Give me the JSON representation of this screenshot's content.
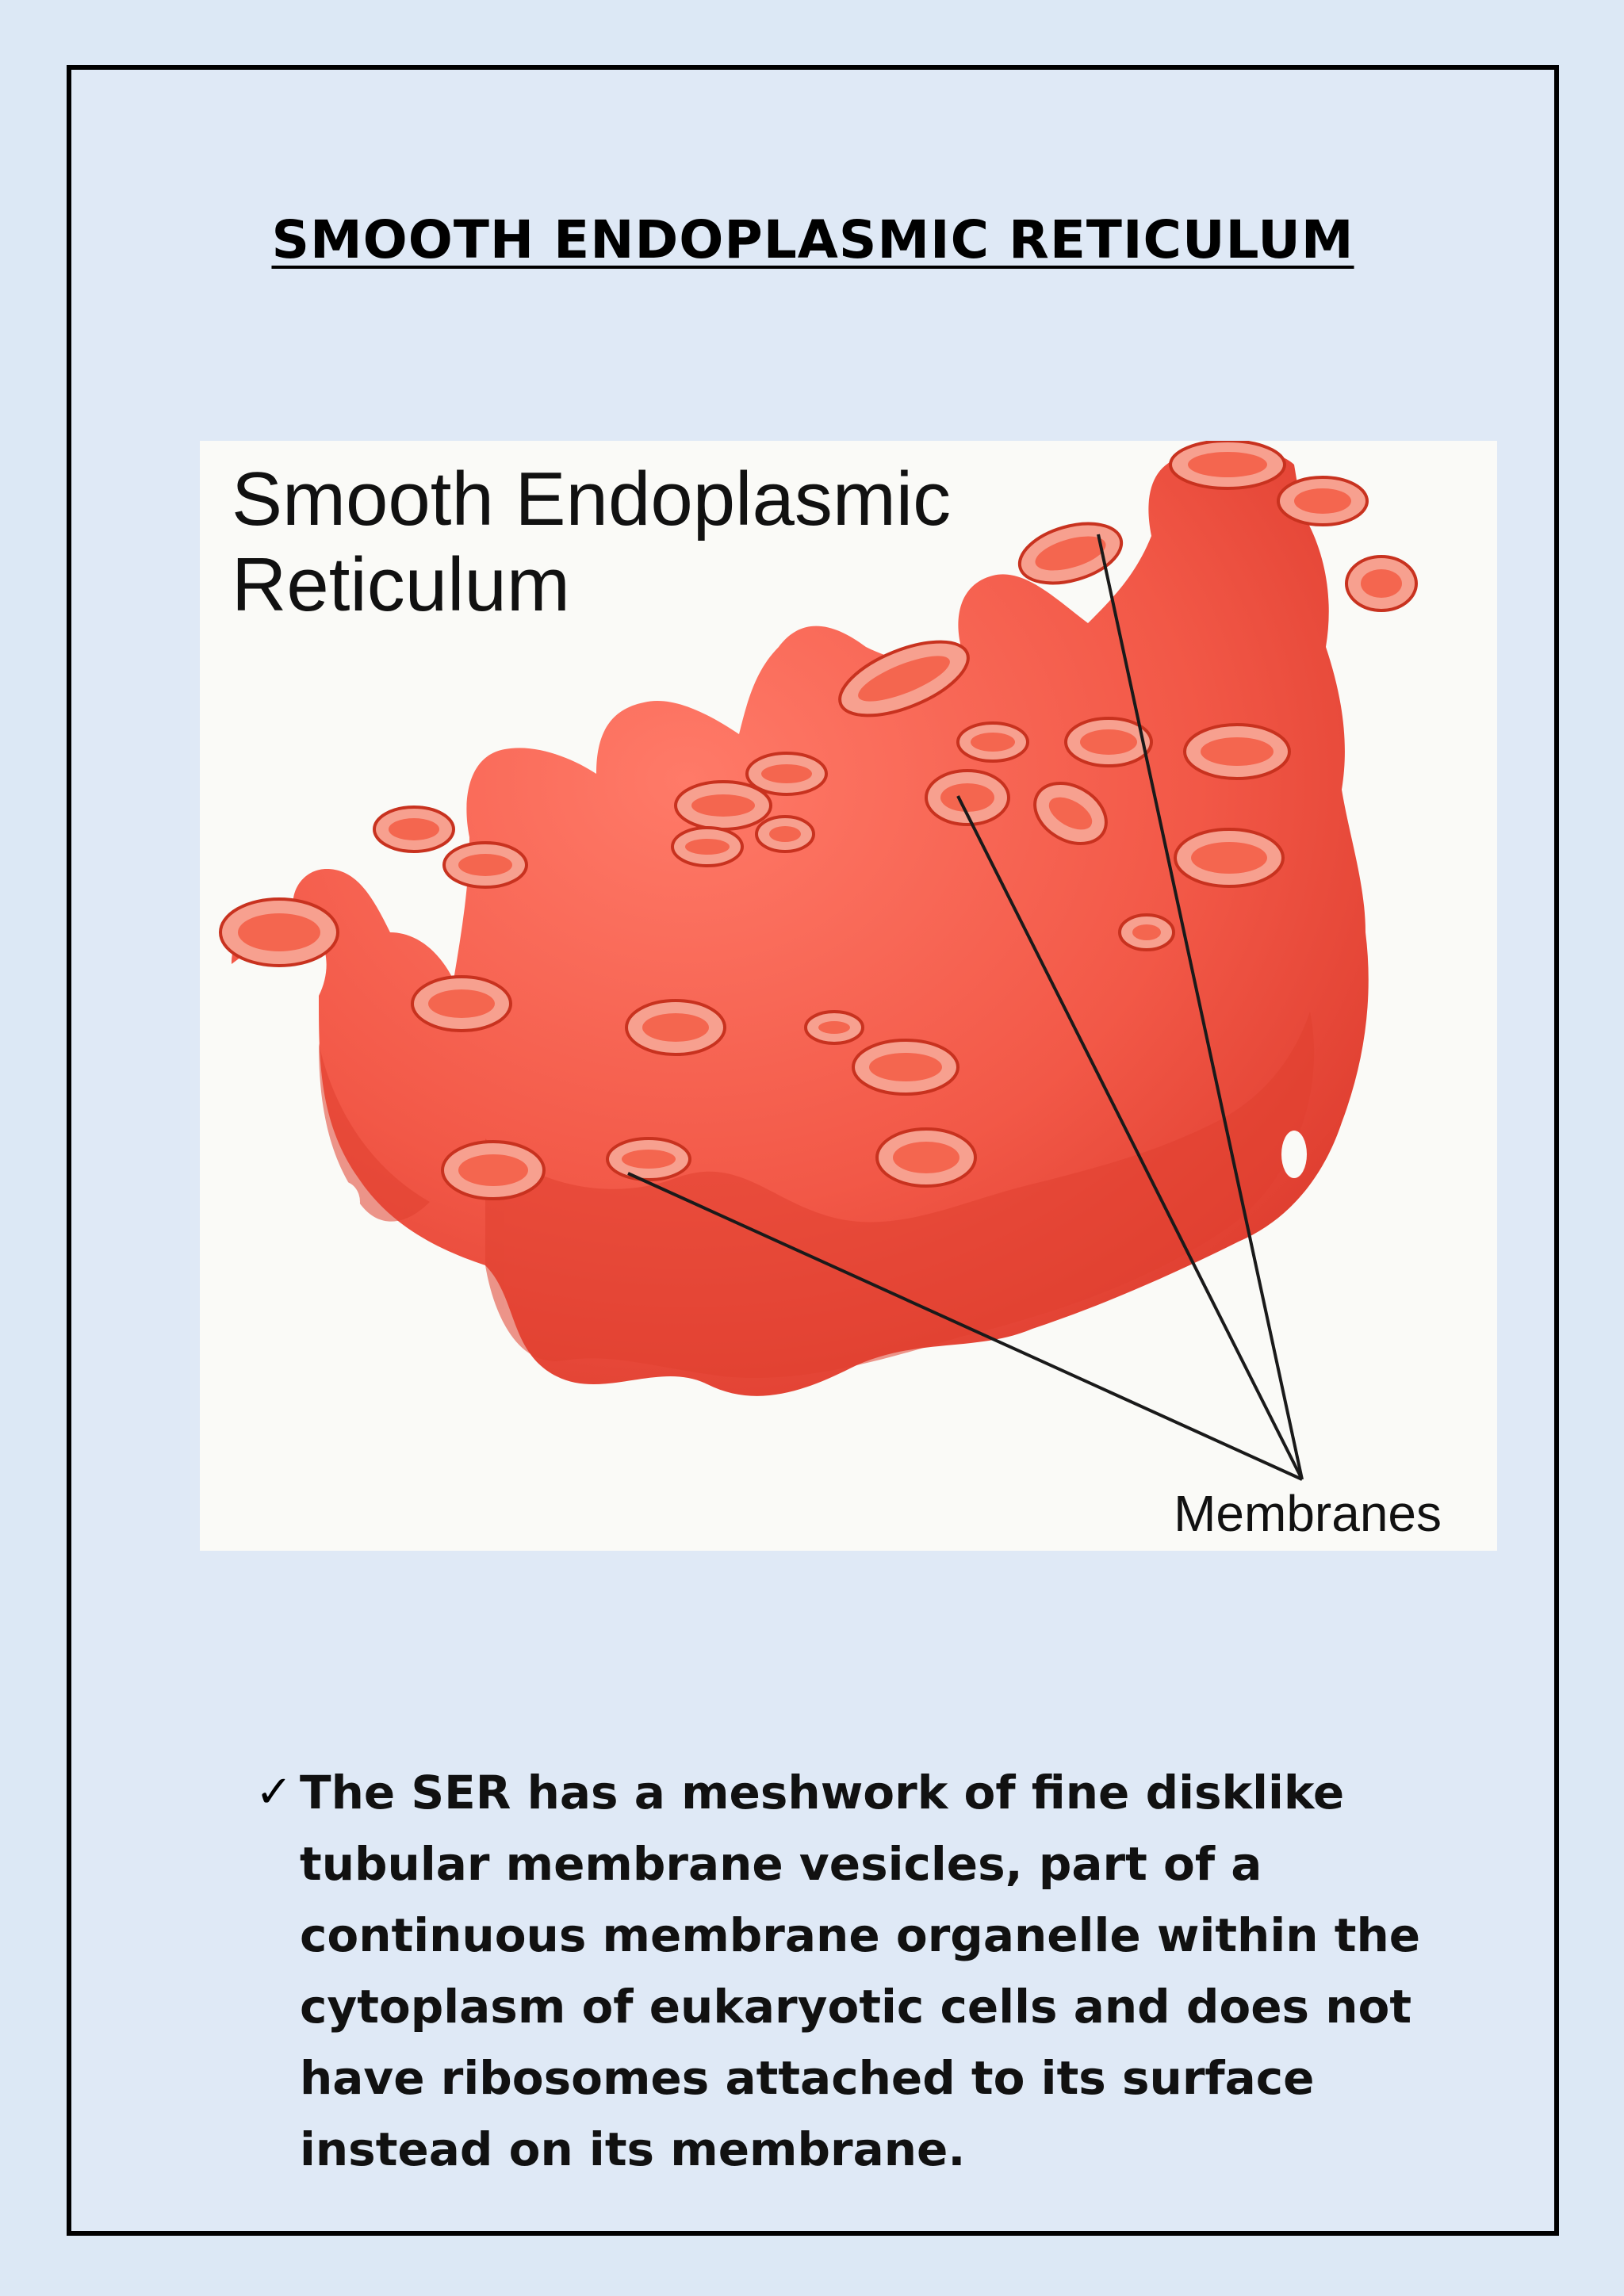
{
  "page": {
    "title": "SMOOTH ENDOPLASMIC RETICULUM"
  },
  "figure": {
    "title": "Smooth Endoplasmic\nReticulum",
    "label": "Membranes",
    "colors": {
      "tube_fill": "#f25847",
      "tube_shade": "#e23c2e",
      "rim": "#f7a08f",
      "lumen": "#f4664f",
      "background": "#fafaf7"
    }
  },
  "bullets": [
    {
      "icon": "checkmark-icon",
      "text": "The SER has a meshwork of fine disklike tubular membrane vesicles, part of a continuous membrane organelle within the cytoplasm of eukaryotic cells and does not have ribosomes attached to its surface instead on its membrane."
    }
  ]
}
